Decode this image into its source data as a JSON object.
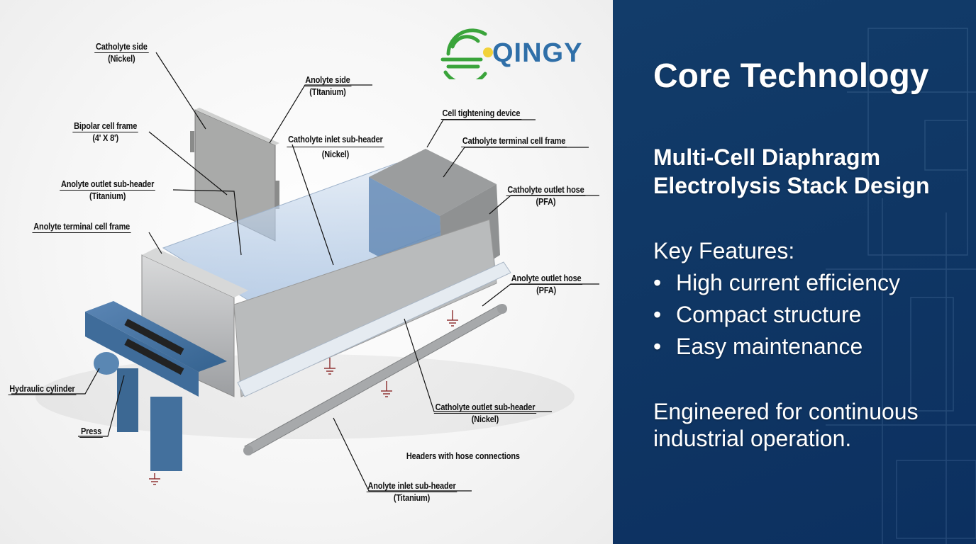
{
  "logo": {
    "brand": "QINGY",
    "colors": {
      "ring": "#3aa43b",
      "sun": "#f2d23a",
      "text": "#2f6fa8"
    }
  },
  "diagram": {
    "labels": [
      {
        "id": "catholyte-side",
        "line1": "Catholyte side",
        "line2": "(Nickel)"
      },
      {
        "id": "anolyte-side",
        "line1": "Anolyte side",
        "line2": "(TItanium)"
      },
      {
        "id": "bipolar-cell-frame",
        "line1": "Bipolar cell frame",
        "line2": "(4' X 8')"
      },
      {
        "id": "catholyte-inlet-sub-header",
        "line1": "Catholyte inlet sub-header",
        "line2": "(Nickel)"
      },
      {
        "id": "cell-tightening-device",
        "line1": "Cell tightening device",
        "line2": ""
      },
      {
        "id": "catholyte-terminal-cell-frame",
        "line1": "Catholyte terminal cell frame",
        "line2": ""
      },
      {
        "id": "anolyte-outlet-sub-header",
        "line1": "Anolyte outlet sub-header",
        "line2": "(Titanium)"
      },
      {
        "id": "catholyte-outlet-hose",
        "line1": "Catholyte outlet hose",
        "line2": "(PFA)"
      },
      {
        "id": "anolyte-terminal-cell-frame",
        "line1": "Anolyte terminal cell frame",
        "line2": ""
      },
      {
        "id": "anolyte-outlet-hose",
        "line1": "Anolyte outlet hose",
        "line2": "(PFA)"
      },
      {
        "id": "hydraulic-cylinder",
        "line1": "Hydraulic cylinder",
        "line2": ""
      },
      {
        "id": "press",
        "line1": "Press",
        "line2": ""
      },
      {
        "id": "catholyte-outlet-sub-header",
        "line1": "Catholyte outlet sub-header",
        "line2": "(Nickel)"
      },
      {
        "id": "headers-with-hose-connections",
        "line1": "Headers with hose connections",
        "line2": ""
      },
      {
        "id": "anolyte-inlet-sub-header",
        "line1": "Anolyte inlet sub-header",
        "line2": "(Titanium)"
      }
    ]
  },
  "panel": {
    "title": "Core Technology",
    "subtitle_line1": "Multi-Cell Diaphragm",
    "subtitle_line2": "Electrolysis Stack Design",
    "features_heading": "Key Features:",
    "bullet": "•",
    "features": [
      "High current efficiency",
      "Compact structure",
      "Easy maintenance"
    ],
    "closing_line1": "Engineered for continuous",
    "closing_line2": "industrial operation.",
    "colors": {
      "background": "#0f3664",
      "text": "#ffffff"
    }
  }
}
